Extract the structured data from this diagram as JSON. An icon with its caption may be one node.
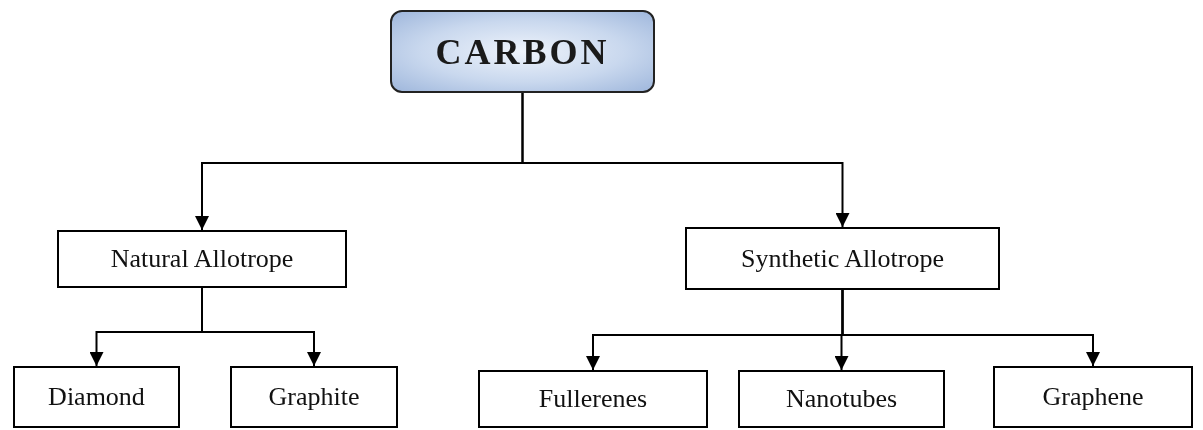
{
  "diagram": {
    "nodes": [
      {
        "text": [
          "CARBON"
        ]
      },
      {
        "text": [
          "Natural Allotrope"
        ]
      },
      {
        "text": [
          "Synthetic Allotrope"
        ]
      },
      {
        "text": [
          "Diamond"
        ]
      },
      {
        "text": [
          "Graphite"
        ]
      },
      {
        "text": [
          "Fullerenes"
        ]
      },
      {
        "text": [
          "Nanotubes"
        ]
      },
      {
        "text": [
          "Graphene"
        ]
      }
    ],
    "edges": [
      {
        "from": 0,
        "to": 1,
        "arrow": "to"
      },
      {
        "from": 0,
        "to": 2,
        "arrow": "to"
      },
      {
        "from": 1,
        "to": 3,
        "arrow": "to"
      },
      {
        "from": 1,
        "to": 4,
        "arrow": "to"
      },
      {
        "from": 2,
        "to": 5,
        "arrow": "to"
      },
      {
        "from": 2,
        "to": 6,
        "arrow": "to"
      },
      {
        "from": 2,
        "to": 7,
        "arrow": "to"
      }
    ]
  }
}
